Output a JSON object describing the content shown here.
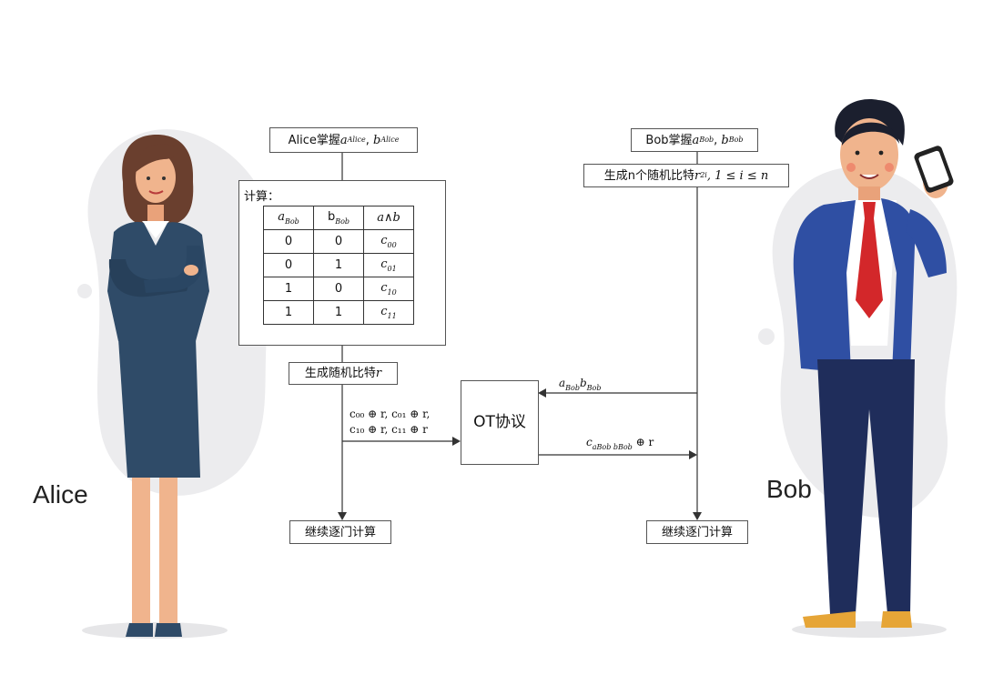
{
  "people": {
    "alice": {
      "name": "Alice",
      "clothing_color": "#2f4b68",
      "hair_color": "#6a3f2e"
    },
    "bob": {
      "name": "Bob",
      "suit_color": "#2f4fa3",
      "tie_color": "#d3272a",
      "pants_color": "#1f2d5b"
    }
  },
  "alice_flow": {
    "holds_prefix": "Alice掌握",
    "holds_a": "a",
    "holds_a_sub": "Alice",
    "holds_b": "b",
    "holds_b_sub": "Alice",
    "compute_title": "计算：",
    "table_headers": [
      {
        "base": "a",
        "sub": "Bob"
      },
      {
        "base": "b",
        "sub": "Bob"
      },
      {
        "base": "a∧b",
        "sub": ""
      }
    ],
    "table_rows": [
      [
        "0",
        "0",
        "c",
        "00"
      ],
      [
        "0",
        "1",
        "c",
        "01"
      ],
      [
        "1",
        "0",
        "c",
        "10"
      ],
      [
        "1",
        "1",
        "c",
        "11"
      ]
    ],
    "gen_random": "生成随机比特",
    "gen_random_var": "r",
    "send_line1": "c₀₀ ⊕ r, c₀₁ ⊕ r,",
    "send_line2": "c₁₀ ⊕ r, c₁₁ ⊕ r",
    "continue": "继续逐门计算"
  },
  "ot": {
    "label": "OT协议"
  },
  "bob_flow": {
    "holds_prefix": "Bob掌握",
    "holds_a": "a",
    "holds_a_sub": "Bob",
    "holds_b": "b",
    "holds_b_sub": "Bob",
    "gen_prefix": "生成n个随机比特",
    "gen_var": "r",
    "gen_var_sub": "2i",
    "gen_range": ", 1 ≤ i ≤ n",
    "query_label": "a",
    "query_sub1": "Bob",
    "query_b": "b",
    "query_sub2": "Bob",
    "response_prefix": "c",
    "response_sub": "aBob bBob",
    "response_suffix": " ⊕ r",
    "continue": "继续逐门计算"
  },
  "colors": {
    "line": "#333333",
    "blob": "#ececee"
  }
}
